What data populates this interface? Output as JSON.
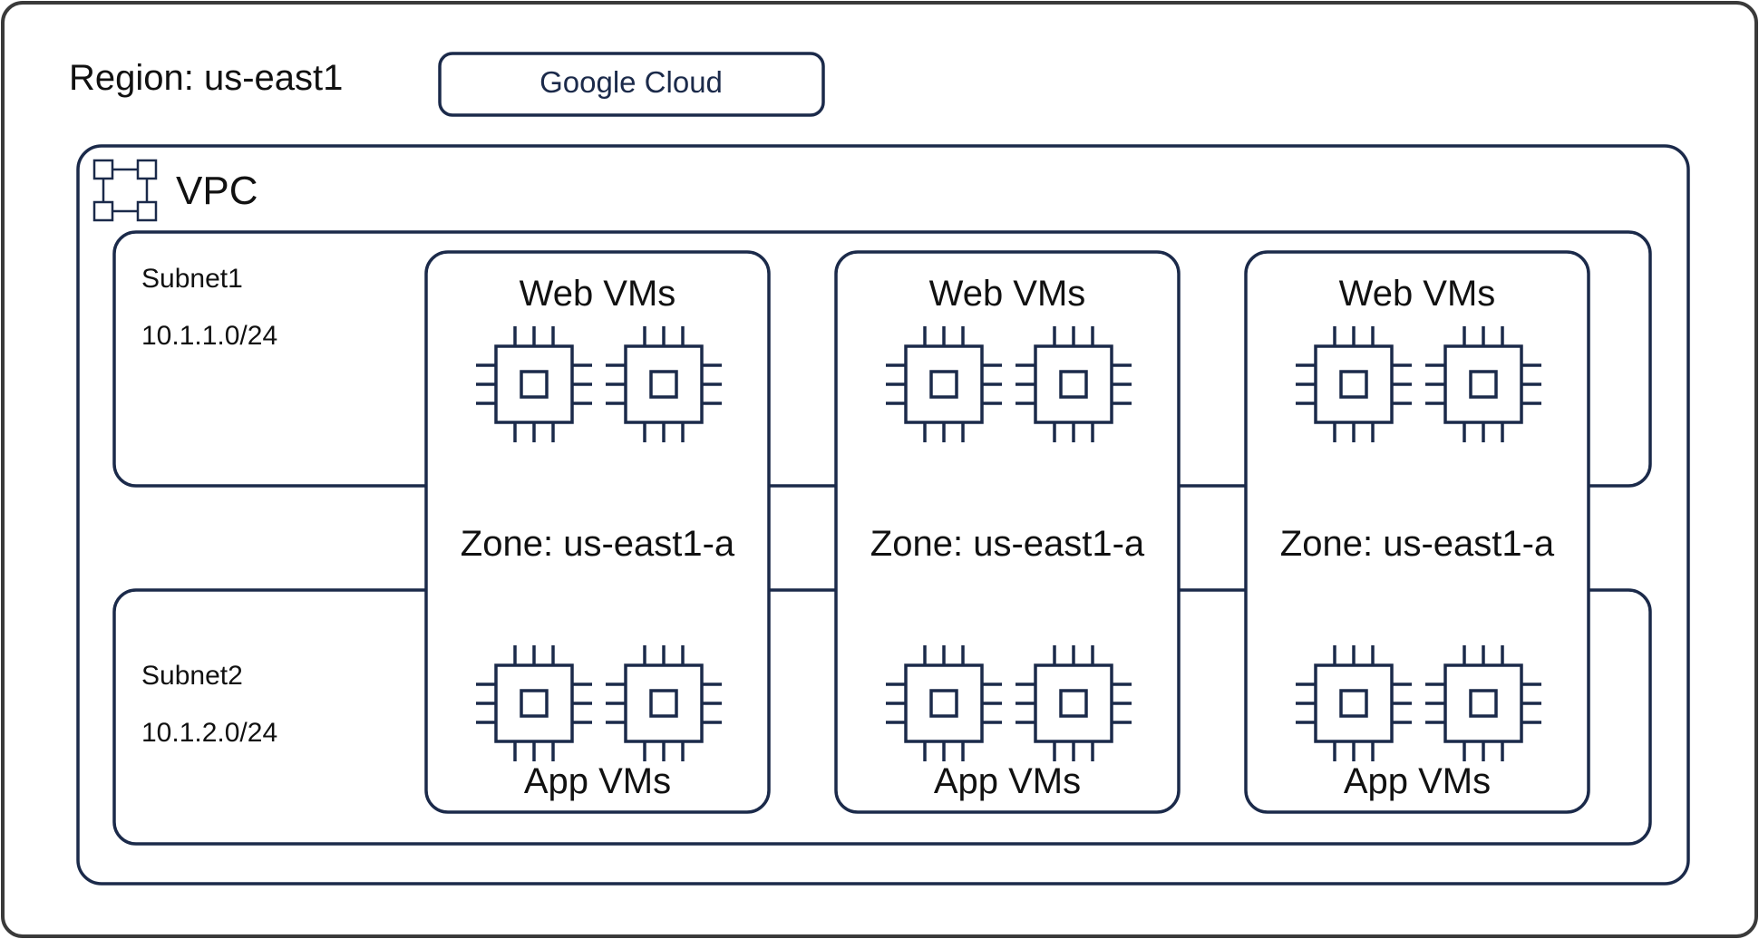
{
  "region": {
    "label": "Region: us-east1",
    "provider": "Google Cloud"
  },
  "vpc": {
    "label": "VPC",
    "icon": "network-topology-icon"
  },
  "subnets": [
    {
      "name": "Subnet1",
      "cidr": "10.1.1.0/24"
    },
    {
      "name": "Subnet2",
      "cidr": "10.1.2.0/24"
    }
  ],
  "zones": [
    {
      "top_group": "Web VMs",
      "label": "Zone: us-east1-a",
      "bottom_group": "App VMs"
    },
    {
      "top_group": "Web VMs",
      "label": "Zone: us-east1-a",
      "bottom_group": "App VMs"
    },
    {
      "top_group": "Web VMs",
      "label": "Zone: us-east1-a",
      "bottom_group": "App VMs"
    }
  ],
  "vm_icon": "cpu-chip-icon",
  "colors": {
    "outer_border": "#3a3a3a",
    "navy": "#1b2a4a",
    "text": "#111111",
    "provider_text": "#1b2a4a"
  }
}
